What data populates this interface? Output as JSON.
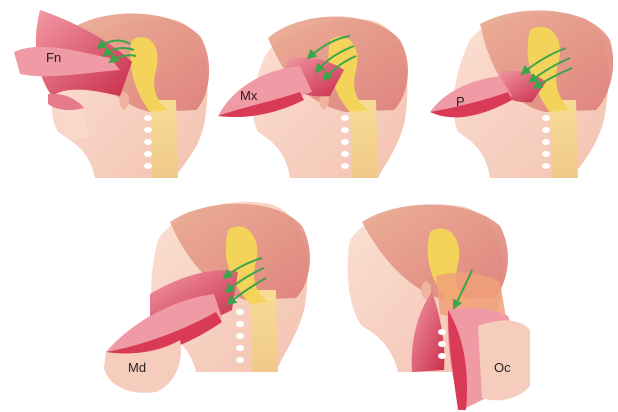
{
  "panels": [
    {
      "id": "frontonasal",
      "label": "Fn"
    },
    {
      "id": "maxillary",
      "label": "Mx"
    },
    {
      "id": "palatal",
      "label": "P"
    },
    {
      "id": "mandibular",
      "label": "Md"
    },
    {
      "id": "occipital",
      "label": "Oc"
    }
  ],
  "colors": {
    "skin": "#f9d6c7",
    "skin_shade": "#f2bfae",
    "brain_outer": "#e79a8a",
    "brain_inner": "#e8b18c",
    "cord": "#f4d08a",
    "yellow": "#f3d35a",
    "red_tissue": "#d93a55",
    "pink_tissue": "#e97a86",
    "arrow": "#3aa54a",
    "vertebra": "#ffffff"
  }
}
